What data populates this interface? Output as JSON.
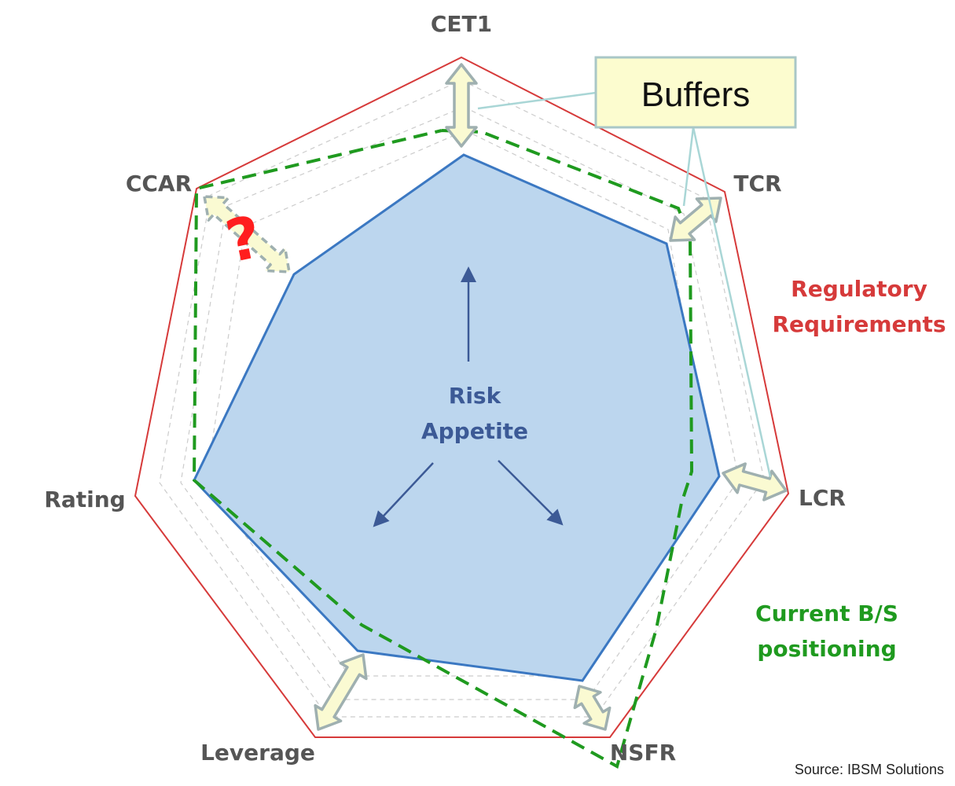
{
  "axes": [
    "CET1",
    "TCR",
    "LCR",
    "NSFR",
    "Leverage",
    "Rating",
    "CCAR"
  ],
  "callout": {
    "text": "Buffers"
  },
  "legend": {
    "regulatory": [
      "Regulatory",
      "Requirements"
    ],
    "current": [
      "Current B/S",
      "positioning"
    ]
  },
  "center": [
    "Risk",
    "Appetite"
  ],
  "question_mark": "?",
  "source": "Source: IBSM Solutions",
  "colors": {
    "regulatory": "#d63a3a",
    "current": "#1f9a1f",
    "appetite_stroke": "#3b78c2",
    "appetite_fill": "#bcd6ee",
    "center_text": "#3c5a96",
    "arrow_fill": "#fafad2",
    "arrow_stroke": "#9fb0b0",
    "callout_fill": "#fcfccf",
    "callout_stroke": "#a9c7c7",
    "question": "#ff1e1e"
  },
  "icons": [
    "double-arrow-icon",
    "arrow-up-icon",
    "arrow-down-left-icon",
    "arrow-down-right-icon"
  ]
}
